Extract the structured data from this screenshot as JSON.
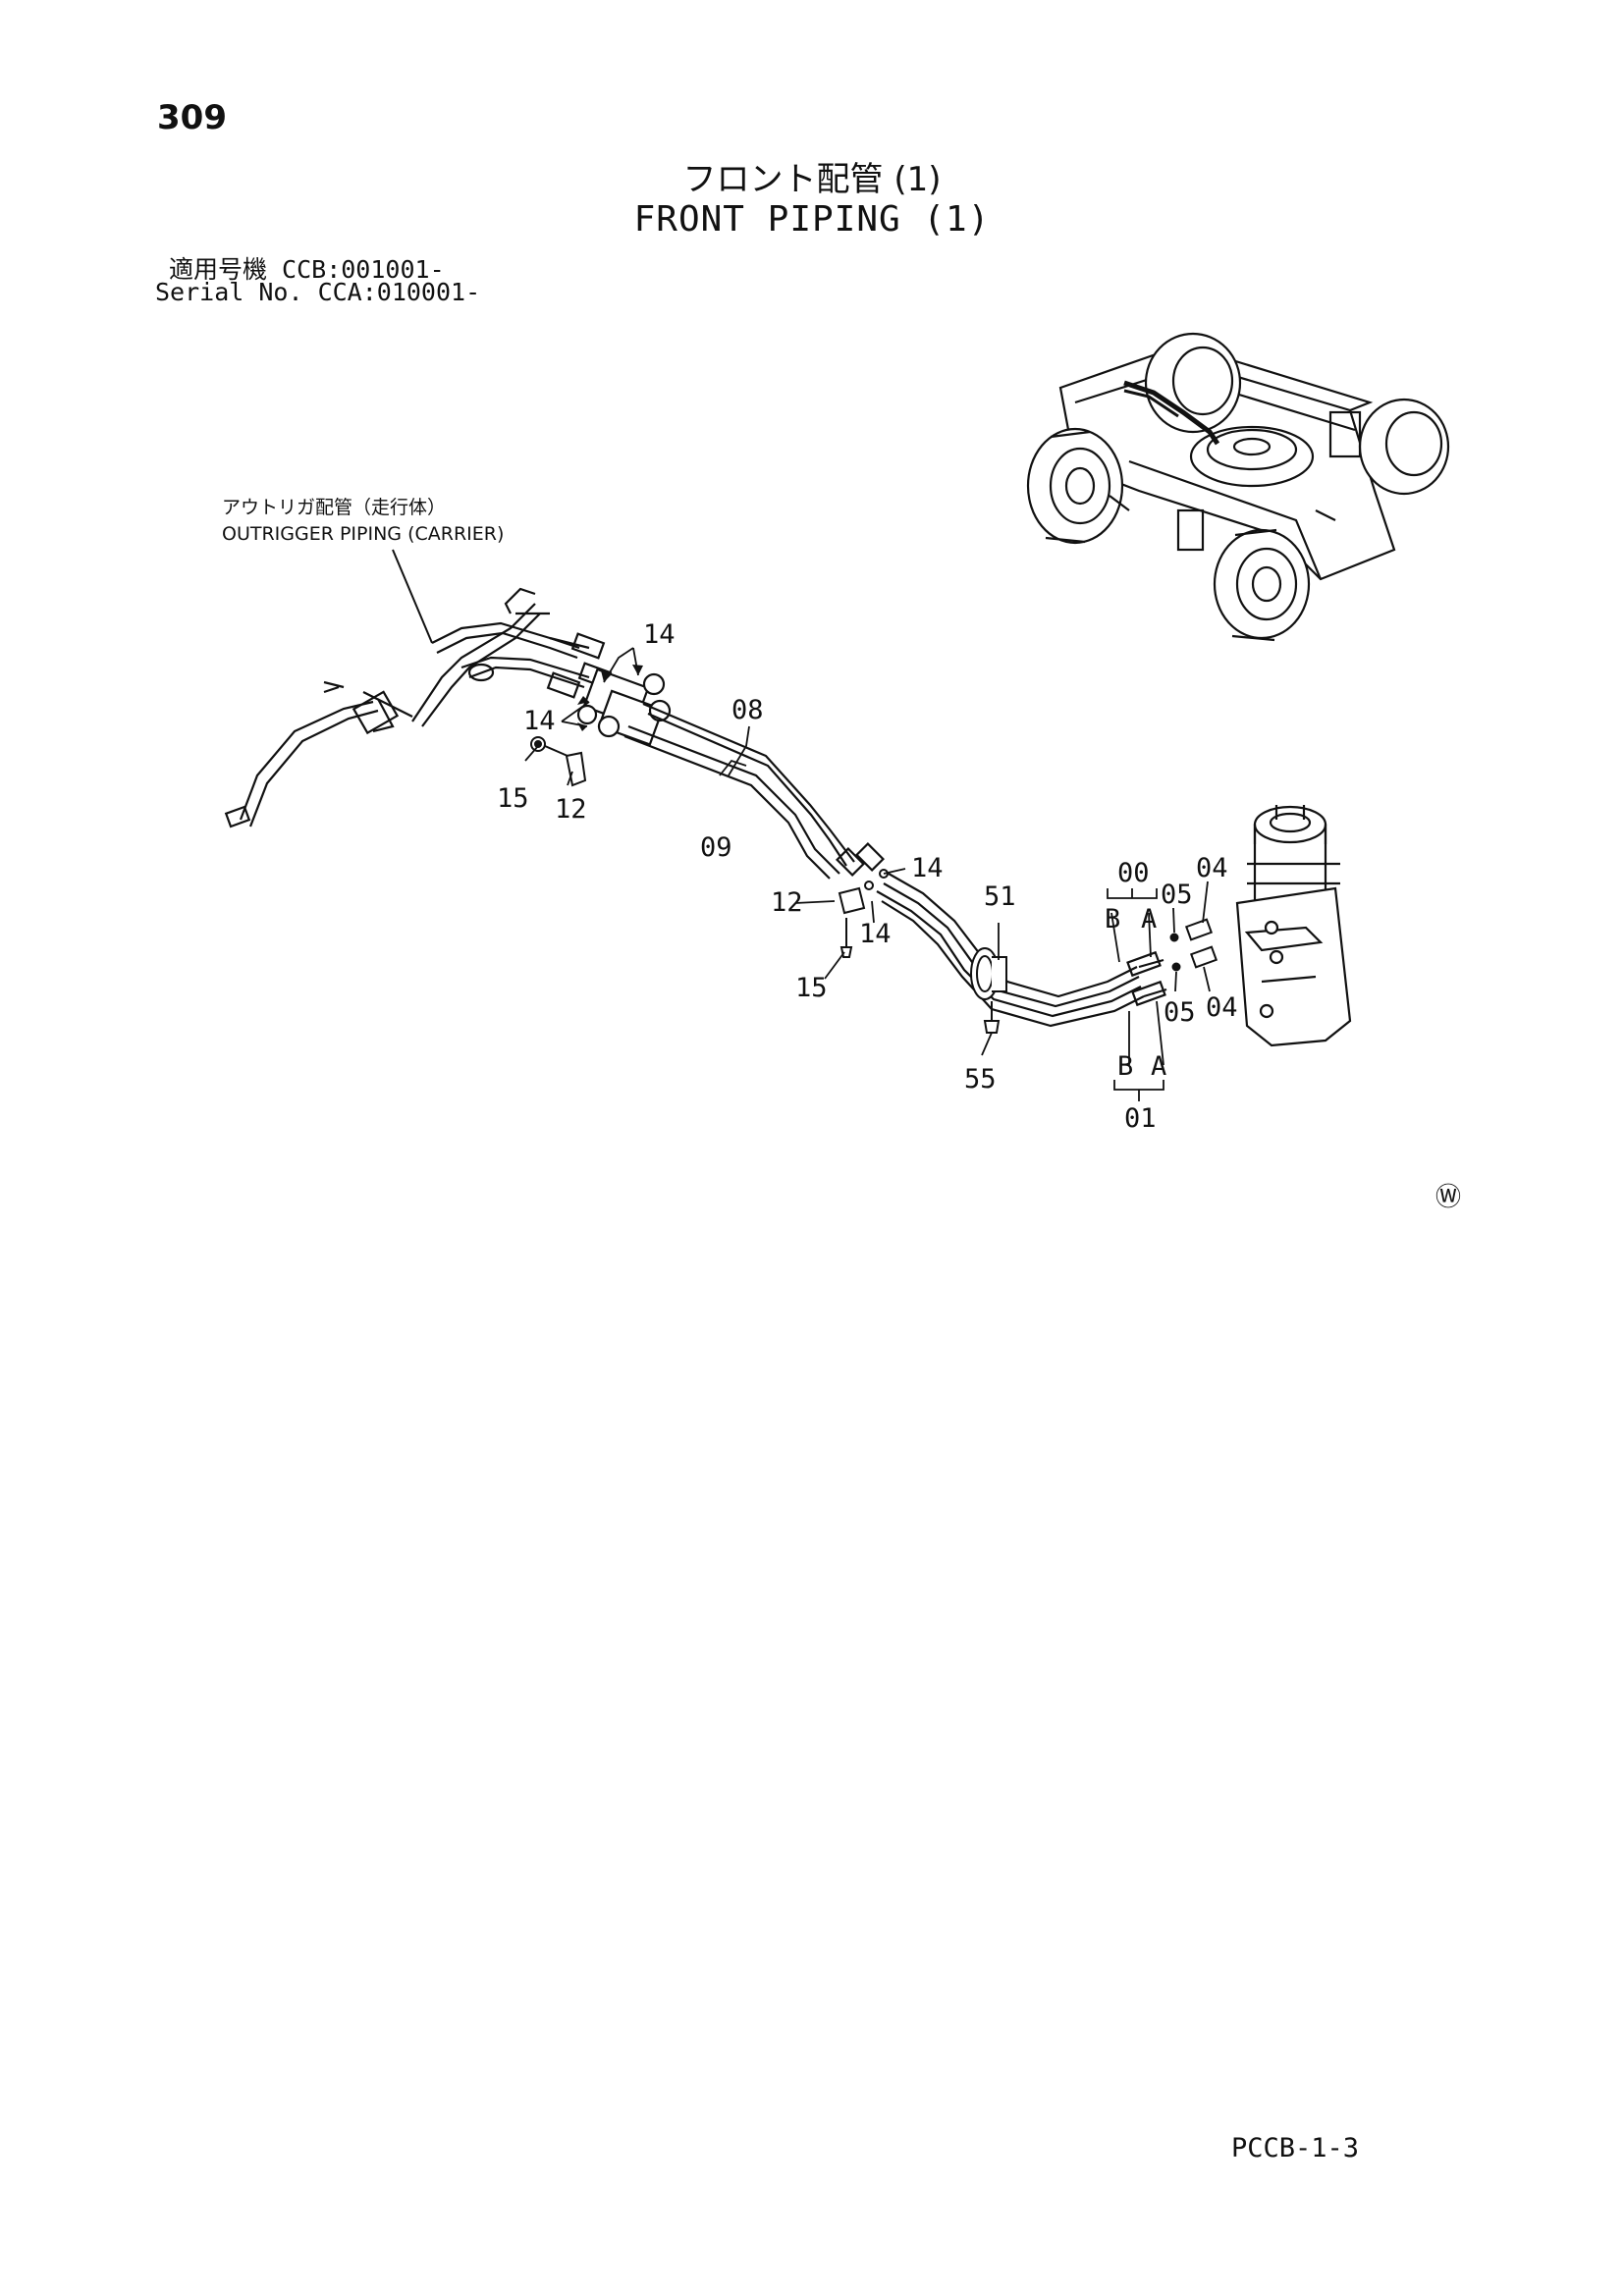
{
  "page_number": "309",
  "title_japanese": "フロント配管 (1)",
  "title_english": "FRONT PIPING (1)",
  "serial_line_1": "適用号機  CCB:001001-",
  "serial_line_2": "Serial No. CCA:010001-",
  "outrigger_note_japanese": "アウトリガ配管（走行体）",
  "outrigger_note_english": "OUTRIGGER PIPING (CARRIER)",
  "callouts": {
    "c14_top": "14",
    "c14_left": "14",
    "c15_left": "15",
    "c12_left": "12",
    "c08": "08",
    "c09": "09",
    "c14_mid": "14",
    "c12_mid": "12",
    "c14_mid2": "14",
    "c15_mid": "15",
    "c51": "51",
    "c55": "55",
    "c00": "00",
    "c00_b": "B",
    "c00_a": "A",
    "c05_top": "05",
    "c04_top": "04",
    "c05_bottom": "05",
    "c04_bottom": "04",
    "c01_b": "B",
    "c01_a": "A",
    "c01": "01"
  },
  "watermark_symbol": "Ⓦ",
  "document_code": "PCCB-1-3"
}
